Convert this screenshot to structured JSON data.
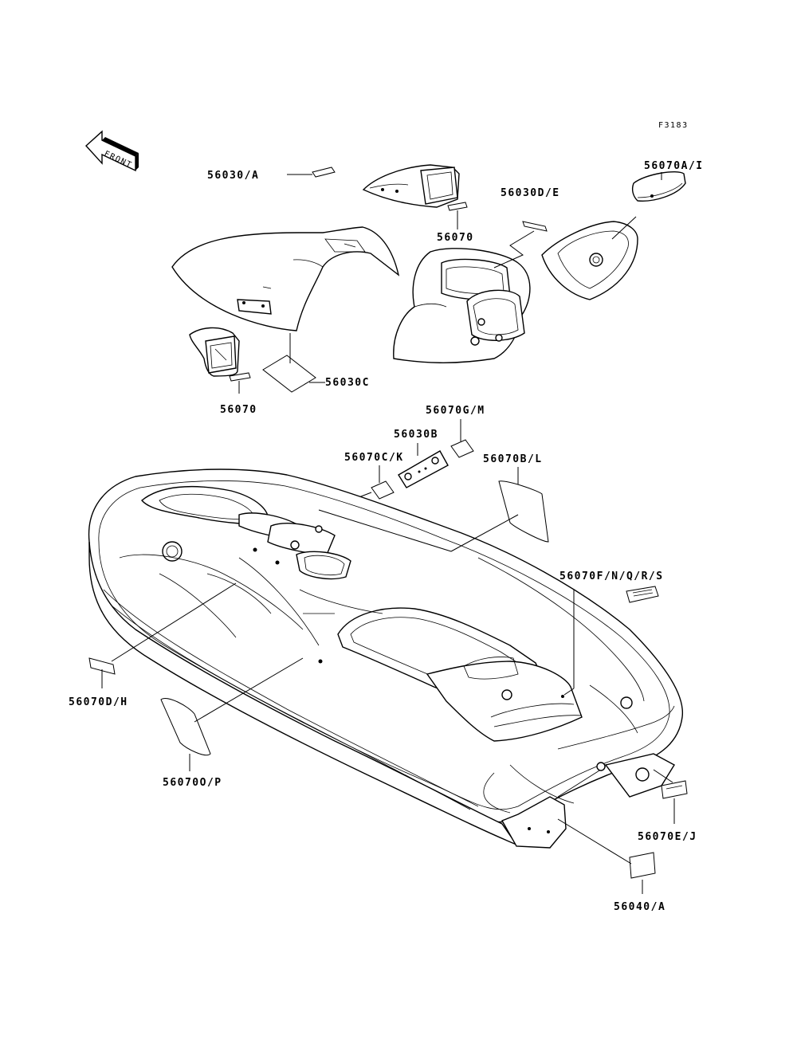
{
  "figure_id": "F3183",
  "front_arrow_text": "FRONT",
  "colors": {
    "line": "#000000",
    "background": "#ffffff"
  },
  "labels": {
    "p56030_a": "56030/A",
    "p56070_top": "56070",
    "p56030d_e": "56030D/E",
    "p56070a_i": "56070A/I",
    "p56070_left": "56070",
    "p56030c": "56030C",
    "p56070g_m": "56070G/M",
    "p56030b": "56030B",
    "p56070c_k": "56070C/K",
    "p56070b_l": "56070B/L",
    "p56070f": "56070F/N/Q/R/S",
    "p56070d_h": "56070D/H",
    "p56070o_p": "56070O/P",
    "p56070e_j": "56070E/J",
    "p56040_a": "56040/A"
  }
}
